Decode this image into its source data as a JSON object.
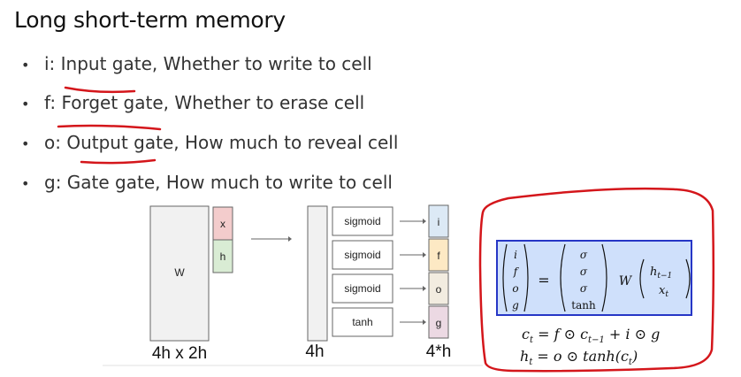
{
  "title": "Long short-term memory",
  "bullets": [
    {
      "key": "i:",
      "name": "Input gate",
      "desc": ", Whether to write to cell"
    },
    {
      "key": "f:",
      "name": "Forget gate",
      "desc": ", Whether to erase cell"
    },
    {
      "key": "o:",
      "name": "Output gate",
      "desc": ", How much to reveal cell"
    },
    {
      "key": "g:",
      "name": "Gate gate",
      "desc": ", How much to write to cell"
    }
  ],
  "diagram": {
    "w_label": "W",
    "x_label": "x",
    "h_label": "h",
    "activations": [
      "sigmoid",
      "sigmoid",
      "sigmoid",
      "tanh"
    ],
    "gates": [
      "i",
      "f",
      "o",
      "g"
    ],
    "gate_colors": [
      "#dce9f5",
      "#fde9c4",
      "#f2ece0",
      "#ecd9e3"
    ],
    "x_color": "#f3cccc",
    "h_color": "#d9ecd4",
    "dim_w": "4h x 2h",
    "dim_mid": "4h",
    "dim_out": "4*h"
  },
  "formula": {
    "vec_left": [
      "i",
      "f",
      "o",
      "g"
    ],
    "vec_right": [
      "σ",
      "σ",
      "σ",
      "tanh"
    ],
    "eq": "=",
    "W": "W",
    "h_prev": "h",
    "h_prev_sub": "t−1",
    "x_t": "x",
    "x_t_sub": "t",
    "cell_eq": "c_t = f ⊙ c_{t−1} + i ⊙ g",
    "cell_eq_lhs": "c",
    "cell_eq_lhs_sub": "t",
    "cell_eq_rhs_a": " = f ⊙ c",
    "cell_eq_rhs_a_sub": "t−1",
    "cell_eq_rhs_b": " + i ⊙ g",
    "hid_eq_lhs": "h",
    "hid_eq_lhs_sub": "t",
    "hid_eq_rhs": " = o ⊙ tanh(c",
    "hid_eq_rhs_sub": "t",
    "hid_eq_end": ")"
  },
  "colors": {
    "annotation_red": "#d4161b",
    "formula_border": "#2636c6",
    "formula_bg": "#cfe0fb"
  }
}
